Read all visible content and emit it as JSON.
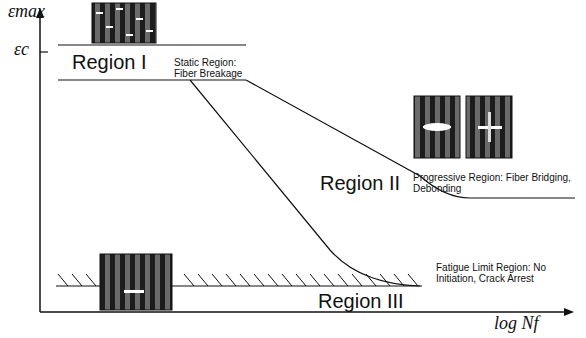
{
  "diagram": {
    "labels": [
      "εmax",
      "εc",
      "Region I",
      "Static Region: Fiber Breakage",
      "Region II",
      "Progressive Region: Fiber Bridging, Debonding",
      "Region III",
      "Fatigue Limit Region: No Initiation, Crack Arrest",
      "log Nf"
    ]
  }
}
